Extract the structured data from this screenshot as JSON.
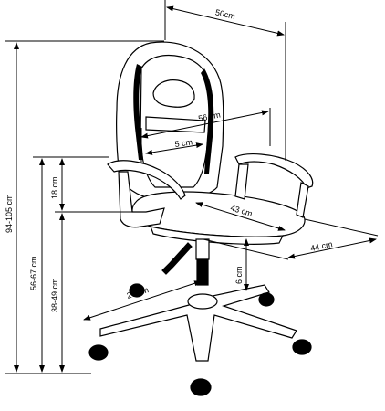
{
  "diagram": {
    "title": "",
    "dimensions": {
      "width_top": "50cm",
      "seat_back_width": "56 cm",
      "armrest_offset": "5 cm",
      "seat_width": "43 cm",
      "seat_depth": "44 cm",
      "total_height": "94-105 cm",
      "arm_height": "56-67 cm",
      "arm_to_seat": "18 cm",
      "seat_height": "38-49 cm",
      "gas_lift": "6 cm",
      "base_radius": "26 cm"
    }
  }
}
